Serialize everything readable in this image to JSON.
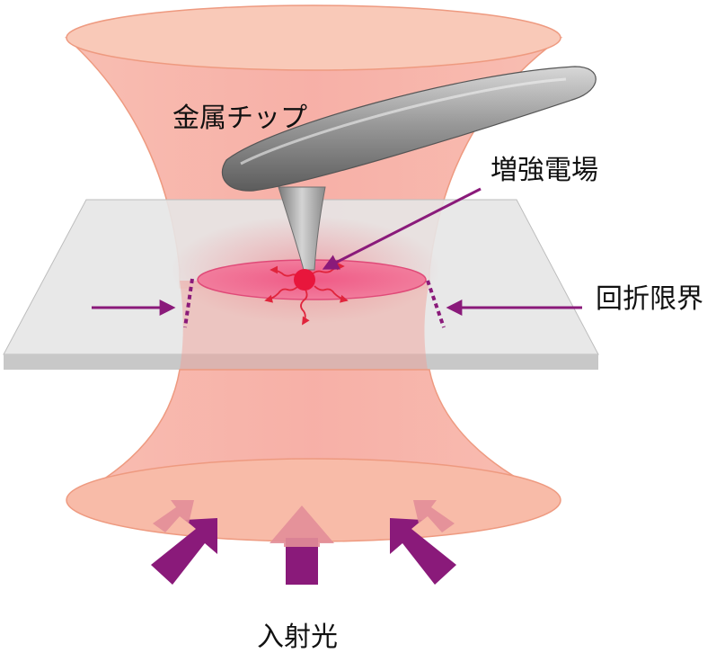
{
  "labels": {
    "metal_tip": "金属チップ",
    "enhanced_field": "増強電場",
    "diffraction_limit": "回折限界",
    "incident_light": "入射光"
  },
  "colors": {
    "beam_fill": "#f6a89a",
    "beam_edge": "#ee9a80",
    "focus_spot": "#ee5a82",
    "hot_spot": "#e8163c",
    "scatter_arrow": "#e0243c",
    "tip_metal": "#8c8c8c",
    "sample_plate": "#e6e6e6",
    "accent_purple": "#8a1a7a",
    "incident_arrow_light": "#e28e98"
  },
  "icons": {
    "tip": "metal-tip-icon",
    "incident": "up-arrow-icon"
  }
}
